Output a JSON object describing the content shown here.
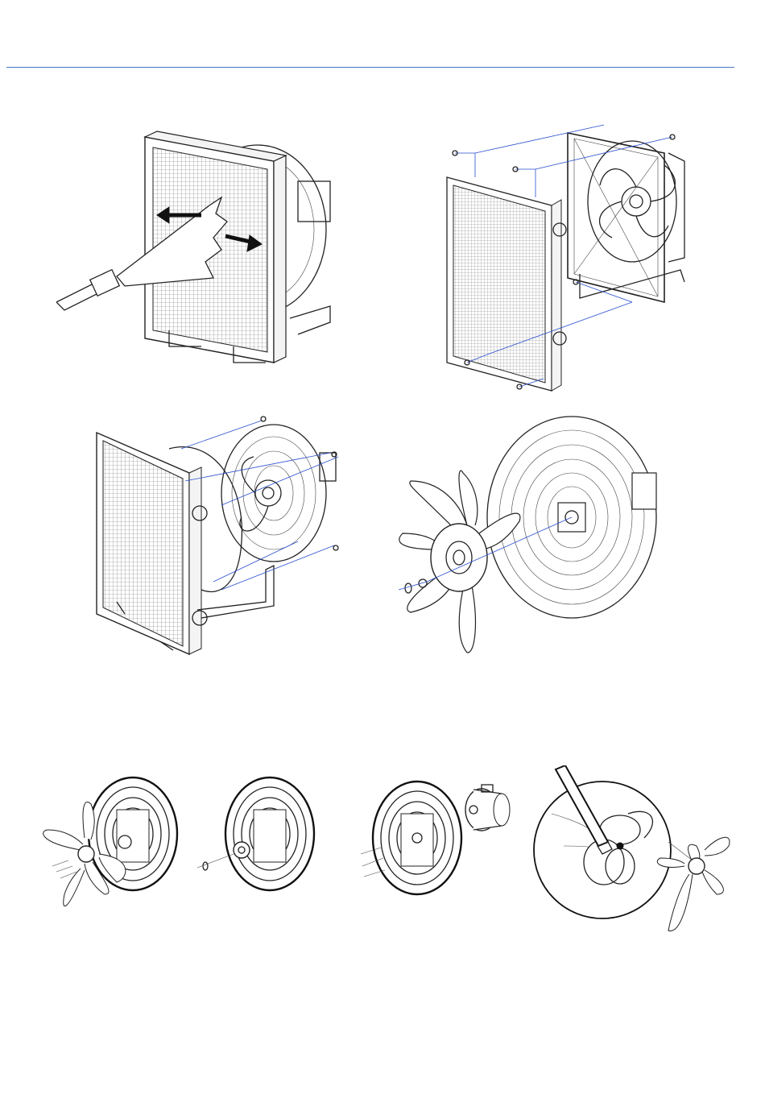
{
  "page": {
    "rule_color": "#4a78c2",
    "leader_color": "#2a4fd0"
  },
  "figures": [
    {
      "id": "fig-1",
      "icon": "pressure-washer-cleaning-cooler-illustration"
    },
    {
      "id": "fig-2",
      "icon": "cooler-fan-shroud-exploded-illustration"
    },
    {
      "id": "fig-3",
      "icon": "cooler-fan-guard-exploded-illustration"
    },
    {
      "id": "fig-4",
      "icon": "impeller-removal-exploded-illustration"
    },
    {
      "id": "fig-5",
      "icon": "fan-guard-impeller-steps-illustration"
    },
    {
      "id": "fig-6",
      "icon": "motor-removal-illustration"
    },
    {
      "id": "fig-7",
      "icon": "hub-tightening-detail-illustration"
    }
  ]
}
